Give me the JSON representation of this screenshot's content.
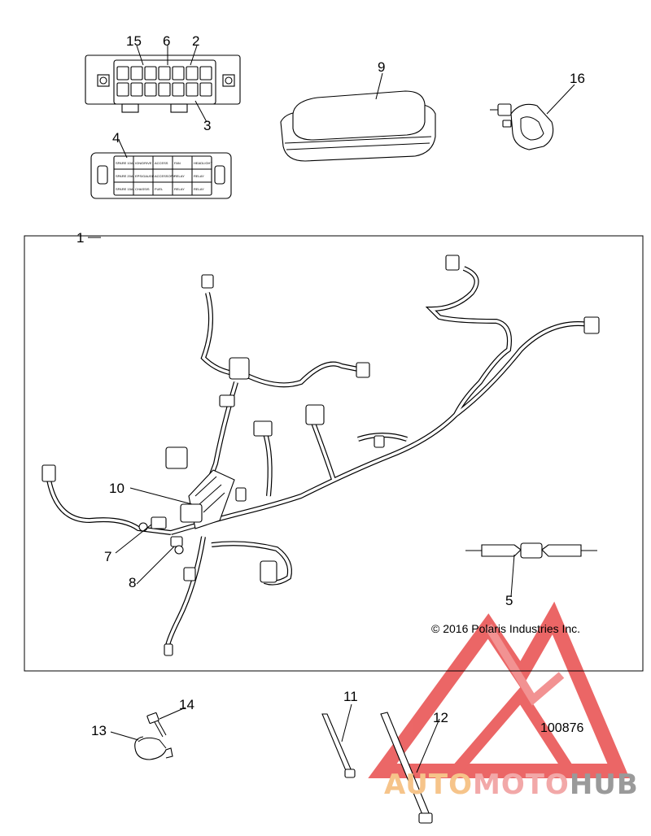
{
  "callouts": {
    "c15": "15",
    "c6": "6",
    "c2": "2",
    "c3": "3",
    "c4": "4",
    "c9": "9",
    "c16": "16",
    "c1": "1",
    "c10": "10",
    "c7": "7",
    "c8": "8",
    "c5": "5",
    "c14": "14",
    "c13": "13",
    "c11": "11",
    "c12": "12"
  },
  "copyright": "© 2016 Polaris Industries Inc.",
  "drawing_number": "100876",
  "watermark": {
    "part1": "AUTO",
    "part2": "MOTO",
    "part3": "HUB",
    "colors": {
      "logo_red": "#e84c4c",
      "auto": "#f6c48a",
      "moto": "#f2a8a8",
      "hub": "#9a9a9a"
    }
  },
  "fuse_box_labels": {
    "r1c1": "SPARE 10A",
    "r1c2": "IGN/DRIVE",
    "r1c3": "ACCESS",
    "r1c4": "FAN",
    "r1c5": "HEADLIGHT",
    "r2c1": "SPARE 20A",
    "r2c2": "EPS/GAUGE",
    "r2c3": "ACCESSORY",
    "r2c4": "RELAY",
    "r2c5": "RELAY",
    "r3c1": "SPARE 15A",
    "r3c2": "CHASSIS",
    "r3c3": "FUEL",
    "r3c4": "RELAY",
    "r3c5": "RELAY"
  }
}
